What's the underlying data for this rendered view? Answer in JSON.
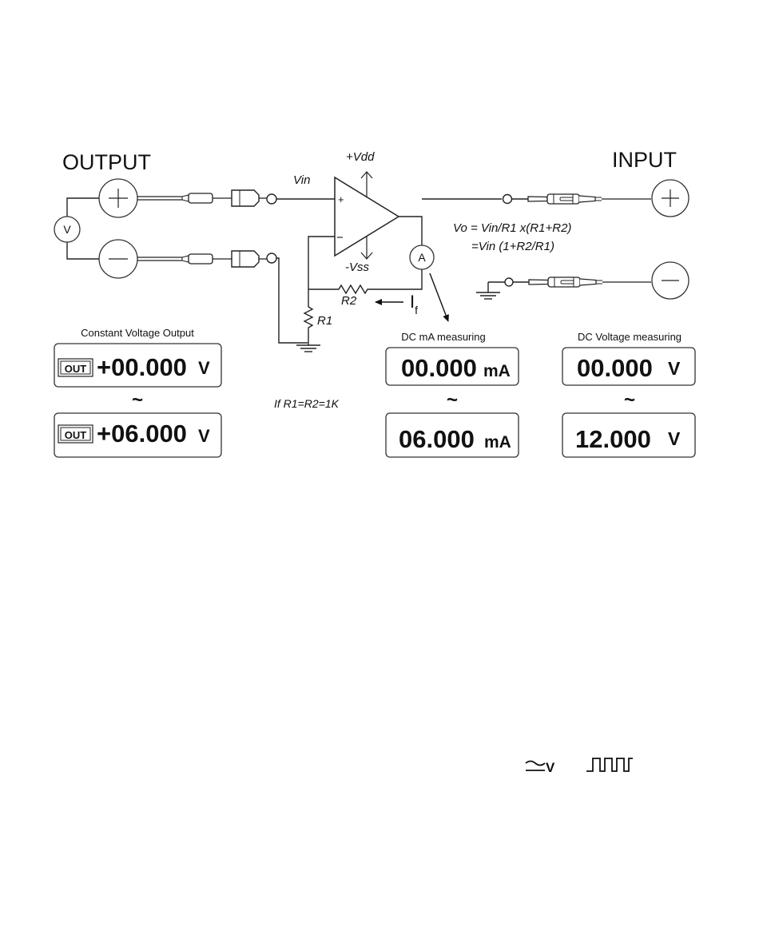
{
  "diagram": {
    "title_output": "OUTPUT",
    "title_input": "INPUT",
    "voltmeter_symbol": "V",
    "ammeter_symbol": "A",
    "vin_label": "Vin",
    "vdd_label": "+Vdd",
    "vss_label": "-Vss",
    "opamp_plus": "+",
    "opamp_minus": "−",
    "r1_label": "R1",
    "r2_label": "R2",
    "if_label_main": "I",
    "if_label_sub": "f",
    "formula_line1": "Vo = Vin/R1 x(R1+R2)",
    "formula_line2": "=Vin (1+R2/R1)",
    "condition_note": "If R1=R2=1K",
    "tilde": "~",
    "icons": [
      "ac-voltage-icon",
      "pulse-wave-icon",
      "plus-terminal-icon",
      "minus-terminal-icon",
      "ground-icon",
      "test-probe-icon"
    ]
  },
  "displays": {
    "output": {
      "caption": "Constant Voltage Output",
      "badge": "OUT",
      "from_value": "+00.000",
      "to_value": "+06.000",
      "unit": "V"
    },
    "current": {
      "caption": "DC mA measuring",
      "from_value": "00.000",
      "to_value": "06.000",
      "unit": "mA"
    },
    "voltage": {
      "caption": "DC Voltage measuring",
      "from_value": "00.000",
      "to_value": "12.000",
      "unit": "V"
    }
  },
  "bottom_icons": {
    "ac_v_label": "V"
  }
}
